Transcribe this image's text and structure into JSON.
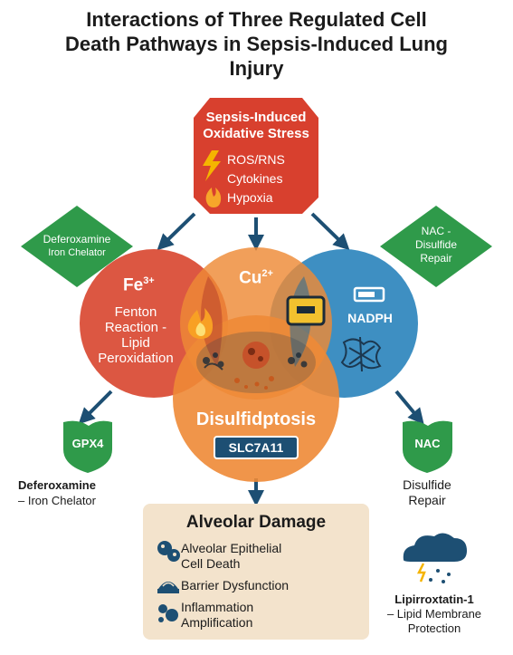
{
  "title": {
    "line1": "Interactions of Three Regulated Cell",
    "line2": "Death Pathways in Sepsis-Induced Lung",
    "line3": "Injury"
  },
  "stress": {
    "title_line1": "Sepsis-Induced",
    "title_line2": "Oxidative Stress",
    "items": [
      "ROS/RNS",
      "Cytokines",
      "Hypoxia"
    ]
  },
  "left_diamond": {
    "line1": "Deferoxamine",
    "line2": "Iron Chelator"
  },
  "right_diamond": {
    "line1": "NAC -",
    "line2": "Disulfide",
    "line3": "Repair"
  },
  "circles": {
    "left": {
      "ion": "Fe",
      "ion_sup": "3+",
      "line1": "Fenton",
      "line2": "Reaction -",
      "line3": "Lipid",
      "line4": "Peroxidation"
    },
    "top": {
      "ion": "Cu",
      "ion_sup": "2+"
    },
    "right": {
      "label": "NADPH"
    },
    "bottom": {
      "label": "Disulfidptosis",
      "badge": "SLC7A11"
    }
  },
  "gpx4": {
    "label": "GPX4",
    "caption_line1": "Deferoxamine",
    "caption_line2": "– Iron Chelator"
  },
  "nac": {
    "label": "NAC",
    "caption_line1": "Disulfide",
    "caption_line2": "Repair"
  },
  "damage": {
    "title": "Alveolar Damage",
    "items": [
      {
        "line1": "Alveolar Epithelial",
        "line2": "Cell Death",
        "icon": "cells-icon"
      },
      {
        "line1": "Barrier Dysfunction",
        "line2": "",
        "icon": "barrier-icon"
      },
      {
        "line1": "Inflammation",
        "line2": "Amplification",
        "icon": "inflammation-icon"
      }
    ]
  },
  "lipirrox": {
    "line1": "Lipirroxtatin-1",
    "line2": "– Lipid Membrane",
    "line3": "Protection",
    "icon": "storm-cloud-icon"
  },
  "colors": {
    "red": "#d94a34",
    "orange": "#ee8a36",
    "blue": "#2f86bd",
    "green": "#2f9a4a",
    "navy": "#1d4f73",
    "box": "#f3e3cc"
  }
}
